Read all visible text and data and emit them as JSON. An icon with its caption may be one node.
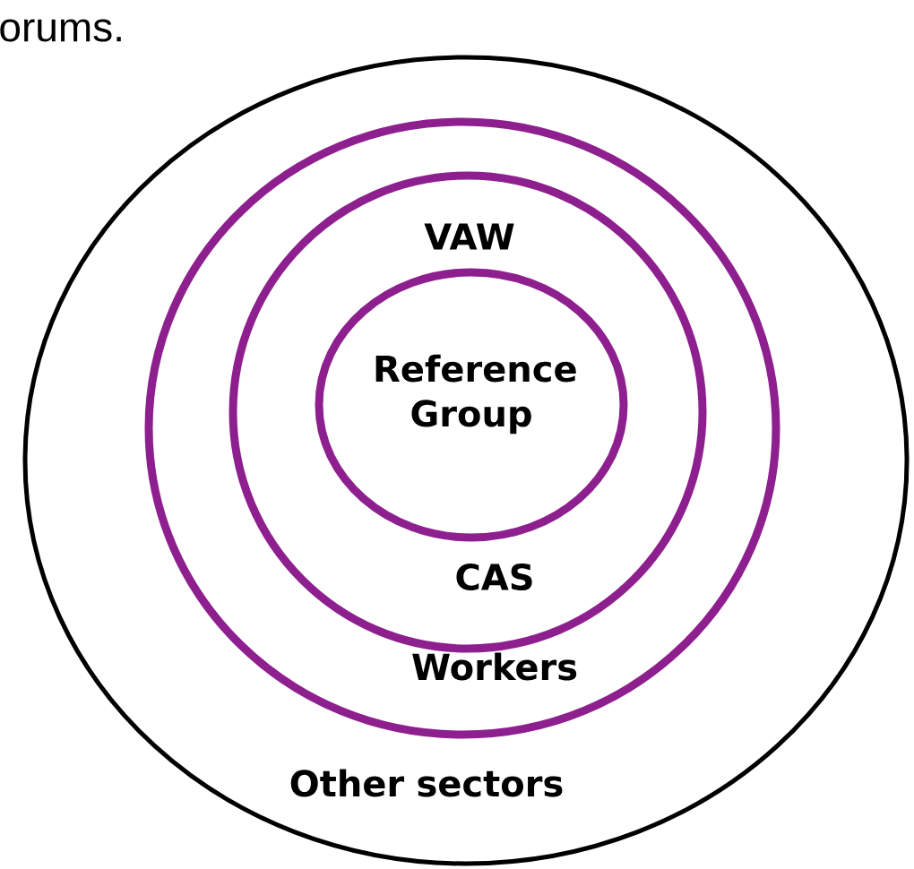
{
  "diagram": {
    "nodes": [
      {
        "text": [
          "Other sectors"
        ]
      },
      {
        "text": [
          "Workers"
        ],
        "in": 0
      },
      {
        "text": [
          "VAW",
          "CAS"
        ],
        "in": 1
      },
      {
        "text": [
          "Reference Group"
        ],
        "in": 2
      }
    ],
    "labels": [
      "orums."
    ]
  }
}
